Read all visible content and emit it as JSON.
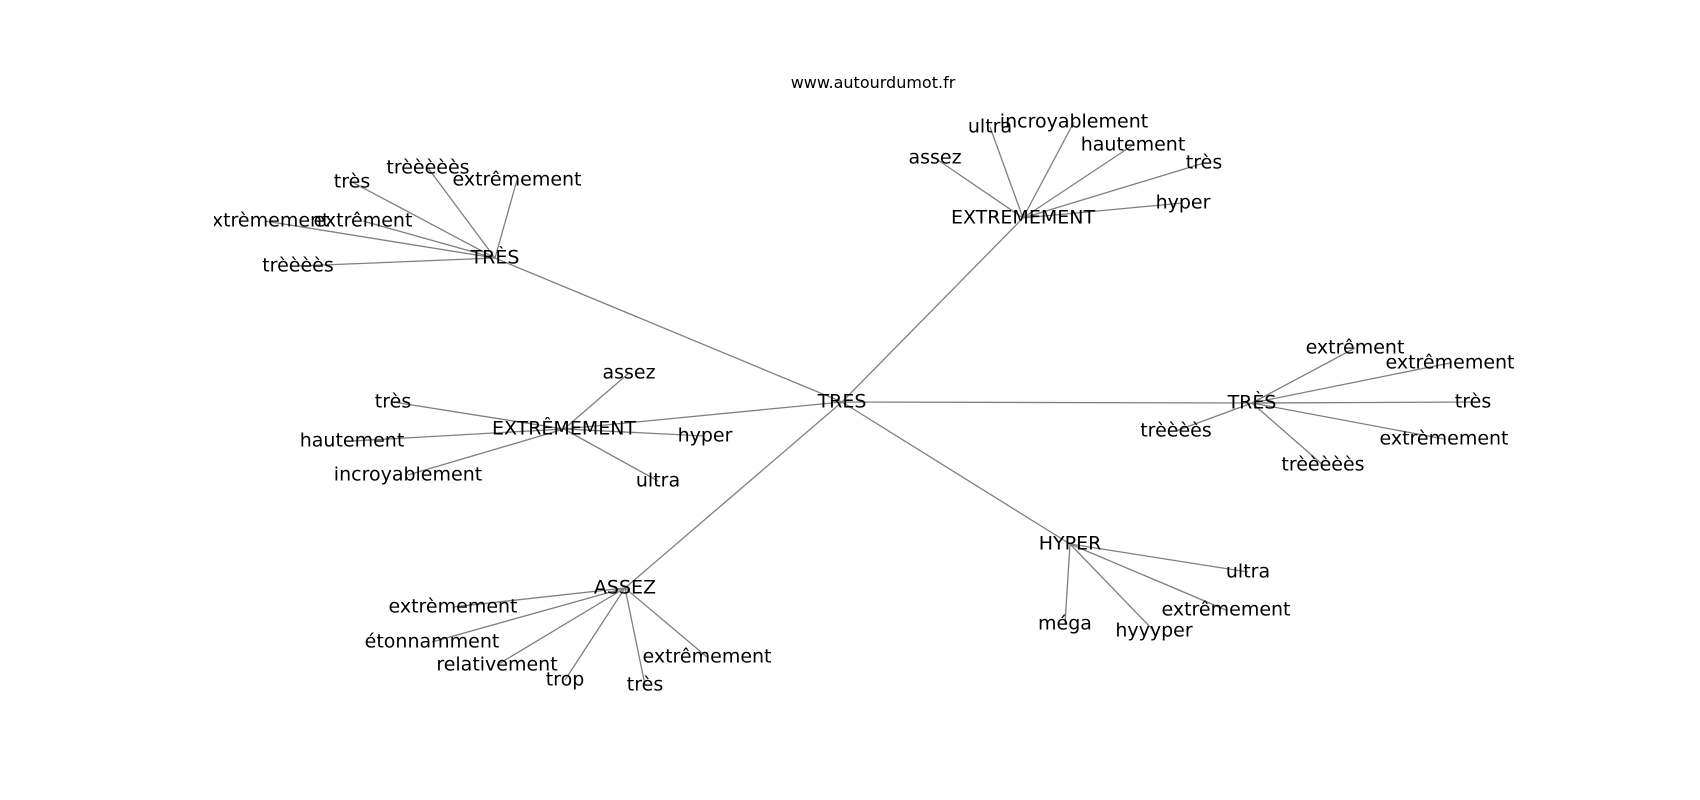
{
  "site": "www.autourdumot.fr",
  "center": "TRES",
  "clusters": [
    {
      "label": "TRÈS",
      "leaves": [
        "très",
        "trèèèèès",
        "extrêmement",
        "extrèmement",
        "extrêment",
        "trèèèès"
      ]
    },
    {
      "label": "EXTREMEMENT",
      "leaves": [
        "assez",
        "ultra",
        "incroyablement",
        "hautement",
        "très",
        "hyper"
      ]
    },
    {
      "label": "TRÈS",
      "leaves": [
        "extrêment",
        "extrêmement",
        "très",
        "extrèmement",
        "trèèèèès",
        "trèèèès"
      ]
    },
    {
      "label": "EXTRÊMEMENT",
      "leaves": [
        "assez",
        "très",
        "hautement",
        "incroyablement",
        "hyper",
        "ultra"
      ]
    },
    {
      "label": "HYPER",
      "leaves": [
        "ultra",
        "extrêmement",
        "hyyyper",
        "méga"
      ]
    },
    {
      "label": "ASSEZ",
      "leaves": [
        "extrèmement",
        "étonnamment",
        "relativement",
        "trop",
        "très",
        "extrêmement"
      ]
    }
  ]
}
